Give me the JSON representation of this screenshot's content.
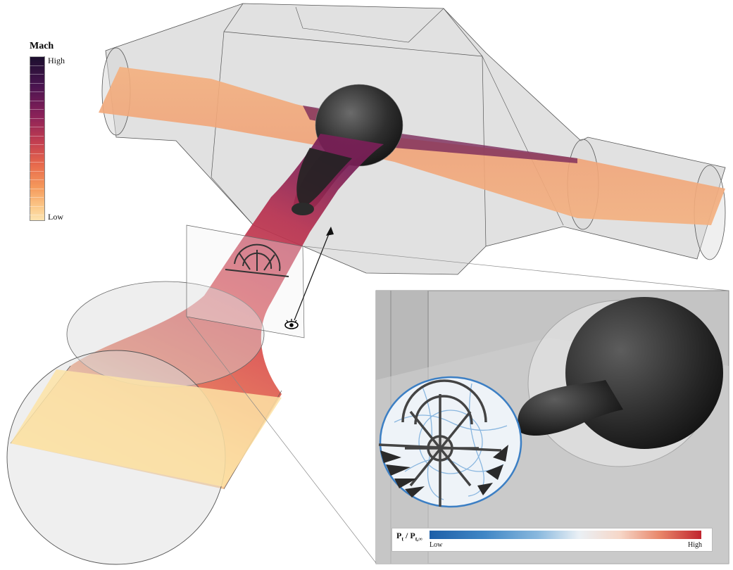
{
  "mach_legend": {
    "title": "Mach",
    "high": "High",
    "low": "Low",
    "colors": [
      "#1c0f2e",
      "#4a1450",
      "#8a2159",
      "#c23e50",
      "#e7694c",
      "#f59a5c",
      "#fbc98a",
      "#fde3b0"
    ]
  },
  "pressure_legend": {
    "label_main": "P",
    "label_sub": "t",
    "label_sep": " / P",
    "label_sub2": "t,∞",
    "low": "Low",
    "high": "High",
    "colors": [
      "#1d5fa8",
      "#8ab9de",
      "#eaf0f5",
      "#e88568",
      "#c0252e"
    ]
  },
  "colors": {
    "housing": "#c9c9c9",
    "inset_bg": "#c4c4c4",
    "body_dark": "#2c2c2c",
    "ring_blue": "#3c7fc4"
  },
  "icons": [
    "eye-icon"
  ]
}
